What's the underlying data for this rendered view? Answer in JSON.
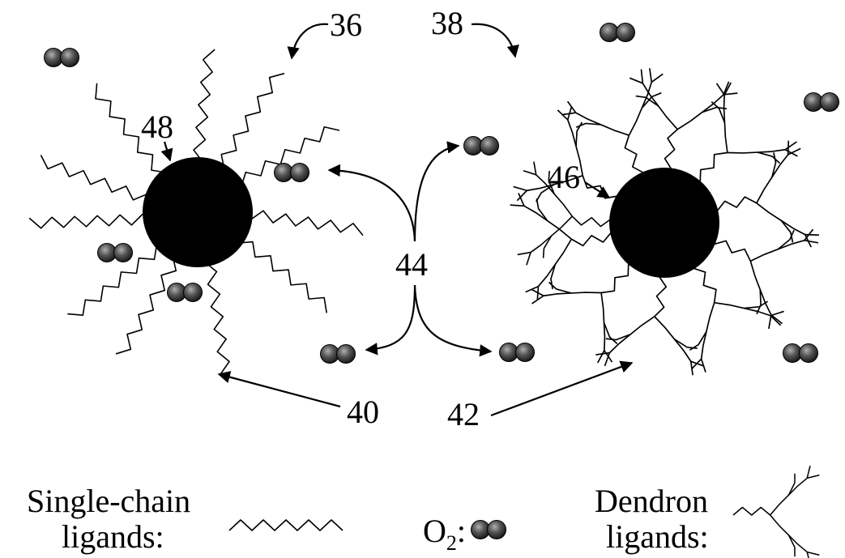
{
  "labels": {
    "n36": "36",
    "n38": "38",
    "n40": "40",
    "n42": "42",
    "n44": "44",
    "n46": "46",
    "n48": "48"
  },
  "legend": {
    "single_chain_line1": "Single-chain",
    "single_chain_line2": "ligands:",
    "o2_main": "O",
    "o2_sub": "2",
    "o2_colon": ":",
    "dendron_line1": "Dendron",
    "dendron_line2": "ligands:"
  },
  "colors": {
    "ink": "#000000",
    "oxygen_fill": "#3c3c3c",
    "oxygen_highlight": "#9a9a9a"
  }
}
